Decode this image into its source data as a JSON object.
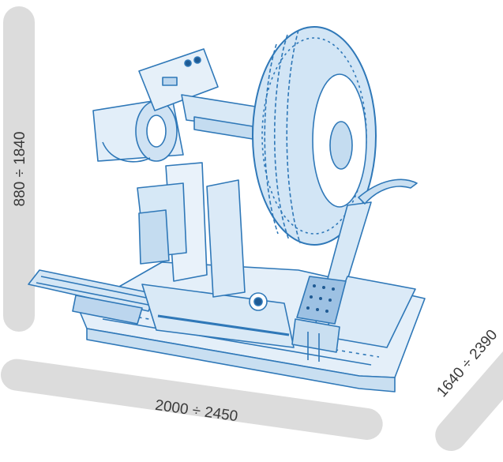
{
  "dimensions": {
    "height": "880 ÷ 1840",
    "length": "2000 ÷ 2450",
    "width": "1640 ÷ 2390"
  },
  "colors": {
    "bar": "#dcdcdc",
    "sketch_stroke": "#2f78b8",
    "sketch_fill": "#d6e8f6",
    "sketch_dark": "#1f5a93",
    "text": "#3a3a3a"
  }
}
